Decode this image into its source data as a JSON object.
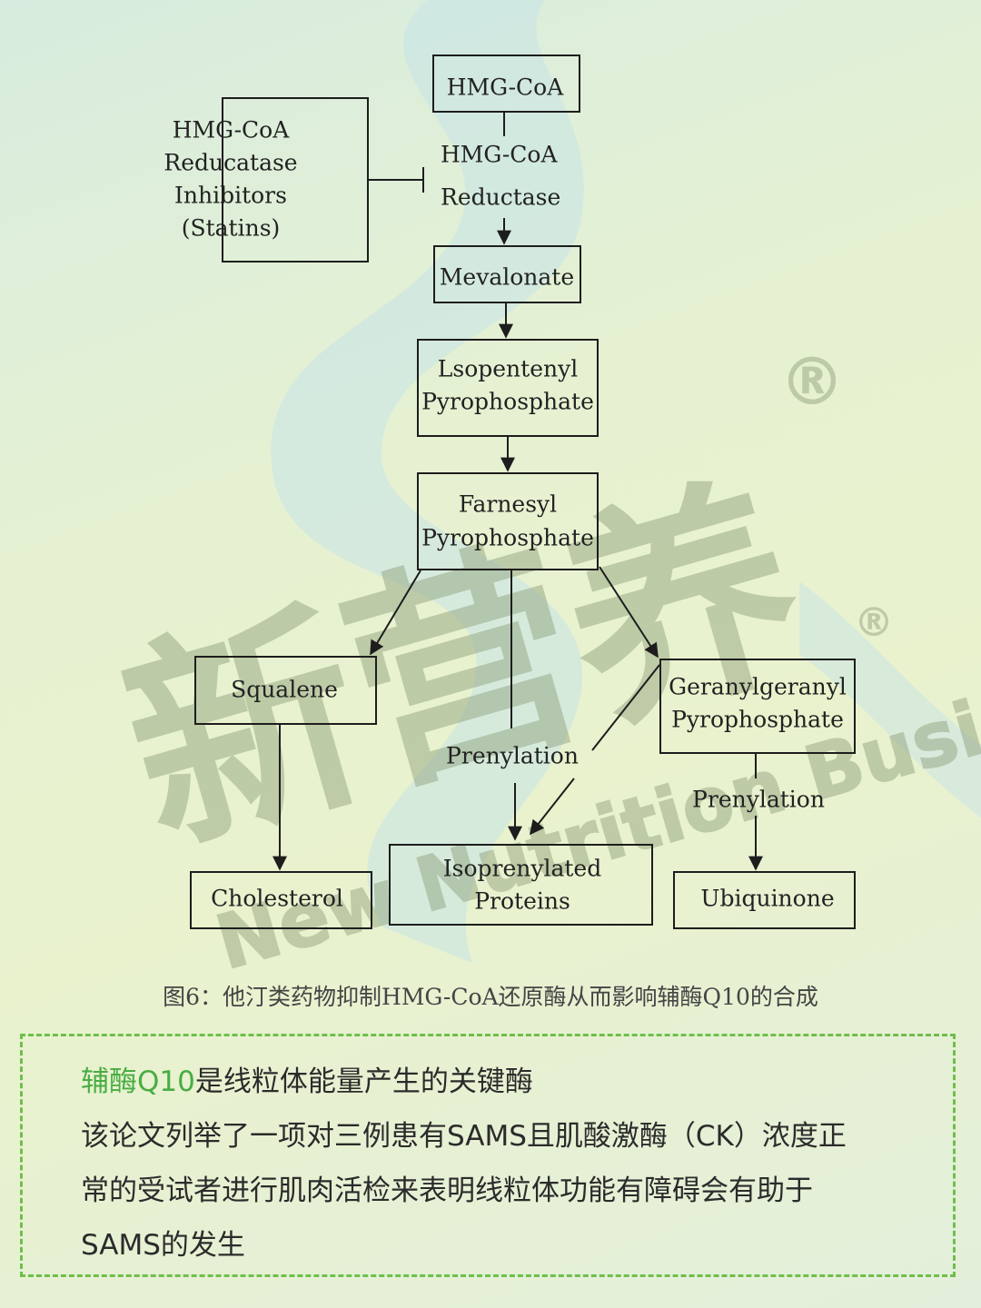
{
  "watermark": {
    "cn": "新营养",
    "en": "New Nutrition Business",
    "mark": "®"
  },
  "diagram": {
    "nodes": {
      "hmg_coa": [
        "HMG-CoA"
      ],
      "inhibitors": [
        "HMG-CoA",
        "Reducatase",
        "Inhibitors",
        "(Statins)"
      ],
      "mevalonate": [
        "Mevalonate"
      ],
      "ipp": [
        "Lsopentenyl",
        "Pyrophosphate"
      ],
      "fpp": [
        "Farnesyl",
        "Pyrophosphate"
      ],
      "squalene": [
        "Squalene"
      ],
      "ggpp": [
        "Geranylgeranyl",
        "Pyrophosphate"
      ],
      "cholesterol": [
        "Cholesterol"
      ],
      "isoprenylated": [
        "Isoprenylated",
        "Proteins"
      ],
      "ubiquinone": [
        "Ubiquinone"
      ]
    },
    "edge_labels": {
      "enzyme": [
        "HMG-CoA",
        "Reductase"
      ],
      "prenylation_1": "Prenylation",
      "prenylation_2": "Prenylation"
    }
  },
  "caption": "图6：他汀类药物抑制HMG-CoA还原酶从而影响辅酶Q10的合成",
  "info": {
    "highlight": "辅酶Q10",
    "headline_rest": "是线粒体能量产生的关键酶",
    "body_lines": [
      "该论文列举了一项对三例患有SAMS且肌酸激酶（CK）浓度正",
      "常的受试者进行肌肉活检来表明线粒体功能有障碍会有助于",
      "SAMS的发生"
    ]
  },
  "colors": {
    "highlight": "#49ad43",
    "dashed_border": "#6ebf4b"
  }
}
